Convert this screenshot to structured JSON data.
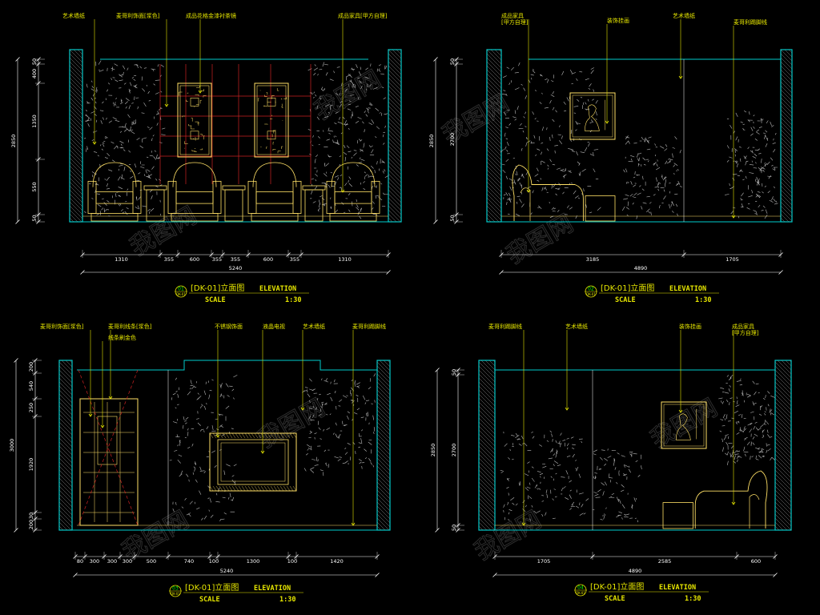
{
  "colors": {
    "background": "#000000",
    "annotation": "#e6e600",
    "wall": "#00cccc",
    "dimension": "#ffffff",
    "furniture": "#ffe066",
    "grid": "#ff3333",
    "hatch": "#bbbbbb"
  },
  "watermark": "我图网",
  "panels": [
    {
      "id": "p1",
      "annotations": [
        "艺术墙纸",
        "麦哥利饰面[浆色]",
        "成品花格金漆衬茶镜",
        "成品家具[甲方自理]"
      ],
      "vertical_dims": [
        "50",
        "400",
        "1350",
        "550",
        "50"
      ],
      "total_height": "2850",
      "horizontal_dims": [
        "1310",
        "355",
        "600",
        "355",
        "355",
        "600",
        "355",
        "1310"
      ],
      "total_width": "5240",
      "title": {
        "number": "01",
        "sheet": "DK-01",
        "main": "[DK-01]立面图",
        "en": "ELEVATION",
        "scale_label": "SCALE",
        "scale": "1:30"
      }
    },
    {
      "id": "p2",
      "annotations": [
        "成品家具\n[甲方自理]",
        "装饰挂画",
        "艺术墙纸",
        "麦哥利踢脚线"
      ],
      "vertical_dims": [
        "50",
        "2700",
        "50"
      ],
      "total_height": "2850",
      "horizontal_dims": [
        "3185",
        "1705"
      ],
      "total_width": "4890",
      "title": {
        "number": "02",
        "sheet": "DK-01",
        "main": "[DK-01]立面图",
        "en": "ELEVATION",
        "scale_label": "SCALE",
        "scale": "1:30"
      }
    },
    {
      "id": "p3",
      "annotations": [
        "麦哥利饰面[浆色]",
        "麦哥利线条[浆色]",
        "线条刷金色",
        "不锈钢饰面",
        "液晶电视",
        "艺术墙纸",
        "麦哥利踢脚线"
      ],
      "vertical_dims": [
        "200",
        "540",
        "250",
        "1920",
        "30",
        "200"
      ],
      "total_height": "3000",
      "horizontal_dims": [
        "80",
        "300",
        "300",
        "300",
        "500",
        "740",
        "100",
        "1300",
        "100",
        "1420"
      ],
      "total_width": "5240",
      "title": {
        "number": "03",
        "sheet": "DK-01",
        "main": "[DK-01]立面图",
        "en": "ELEVATION",
        "scale_label": "SCALE",
        "scale": "1:30"
      }
    },
    {
      "id": "p4",
      "annotations": [
        "麦哥利踢脚线",
        "艺术墙纸",
        "装饰挂画",
        "成品家具\n[甲方自理]"
      ],
      "vertical_dims": [
        "50",
        "2700",
        "50"
      ],
      "total_height": "2850",
      "horizontal_dims": [
        "1705",
        "2585",
        "600"
      ],
      "total_width": "4890",
      "title": {
        "number": "04",
        "sheet": "DK-01",
        "main": "[DK-01]立面图",
        "en": "ELEVATION",
        "scale_label": "SCALE",
        "scale": "1:30"
      }
    }
  ]
}
